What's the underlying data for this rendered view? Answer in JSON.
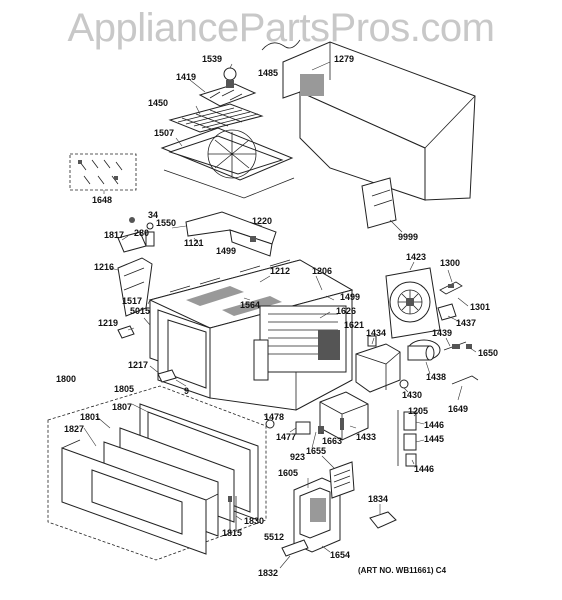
{
  "watermark": "AppliancePartsPros.com",
  "art_note": "(ART NO. WB11661) C4",
  "labels": [
    {
      "id": "p1485",
      "text": "1485"
    },
    {
      "id": "p1279",
      "text": "1279"
    },
    {
      "id": "p1539",
      "text": "1539"
    },
    {
      "id": "p1419",
      "text": "1419"
    },
    {
      "id": "p1450",
      "text": "1450"
    },
    {
      "id": "p1507",
      "text": "1507"
    },
    {
      "id": "p1648",
      "text": "1648"
    },
    {
      "id": "p9999",
      "text": "9999"
    },
    {
      "id": "p34",
      "text": "34"
    },
    {
      "id": "p1550",
      "text": "1550"
    },
    {
      "id": "p1220",
      "text": "1220"
    },
    {
      "id": "p1817",
      "text": "1817"
    },
    {
      "id": "p280",
      "text": "280"
    },
    {
      "id": "p1121",
      "text": "1121"
    },
    {
      "id": "p1499a",
      "text": "1499"
    },
    {
      "id": "p1423",
      "text": "1423"
    },
    {
      "id": "p1300",
      "text": "1300"
    },
    {
      "id": "p1216",
      "text": "1216"
    },
    {
      "id": "p1212",
      "text": "1212"
    },
    {
      "id": "p1206",
      "text": "1206"
    },
    {
      "id": "p1517",
      "text": "1517"
    },
    {
      "id": "p1499b",
      "text": "1499"
    },
    {
      "id": "p1301",
      "text": "1301"
    },
    {
      "id": "p5015",
      "text": "5015"
    },
    {
      "id": "p1564",
      "text": "1564"
    },
    {
      "id": "p1626",
      "text": "1626"
    },
    {
      "id": "p1621",
      "text": "1621"
    },
    {
      "id": "p1437",
      "text": "1437"
    },
    {
      "id": "p1219",
      "text": "1219"
    },
    {
      "id": "p1434",
      "text": "1434"
    },
    {
      "id": "p1439",
      "text": "1439"
    },
    {
      "id": "p1650",
      "text": "1650"
    },
    {
      "id": "p1217",
      "text": "1217"
    },
    {
      "id": "p1800",
      "text": "1800"
    },
    {
      "id": "p9",
      "text": "9"
    },
    {
      "id": "p1438",
      "text": "1438"
    },
    {
      "id": "p1805",
      "text": "1805"
    },
    {
      "id": "p1430",
      "text": "1430"
    },
    {
      "id": "p1649",
      "text": "1649"
    },
    {
      "id": "p1807",
      "text": "1807"
    },
    {
      "id": "p1478",
      "text": "1478"
    },
    {
      "id": "p1205",
      "text": "1205"
    },
    {
      "id": "p1801",
      "text": "1801"
    },
    {
      "id": "p1446a",
      "text": "1446"
    },
    {
      "id": "p1827",
      "text": "1827"
    },
    {
      "id": "p1477",
      "text": "1477"
    },
    {
      "id": "p1663",
      "text": "1663"
    },
    {
      "id": "p1433",
      "text": "1433"
    },
    {
      "id": "p1445",
      "text": "1445"
    },
    {
      "id": "p1655",
      "text": "1655"
    },
    {
      "id": "p923",
      "text": "923"
    },
    {
      "id": "p1446b",
      "text": "1446"
    },
    {
      "id": "p1605",
      "text": "1605"
    },
    {
      "id": "p1834",
      "text": "1834"
    },
    {
      "id": "p1830",
      "text": "1830"
    },
    {
      "id": "p1815",
      "text": "1815"
    },
    {
      "id": "p5512",
      "text": "5512"
    },
    {
      "id": "p1654",
      "text": "1654"
    },
    {
      "id": "p1832",
      "text": "1832"
    }
  ]
}
